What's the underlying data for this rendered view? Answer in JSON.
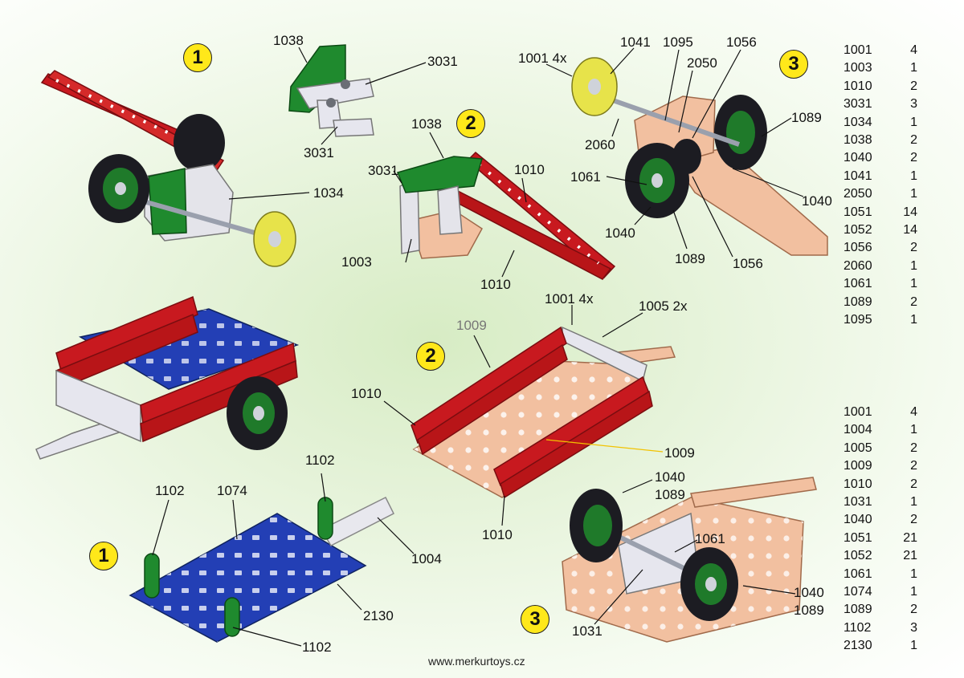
{
  "badges": {
    "s1_top": "1",
    "s2_top": "2",
    "s3_top": "3",
    "s2_bottom": "2",
    "s1_bottom": "1",
    "s3_bottom": "3"
  },
  "callouts": {
    "t1_1038": "1038",
    "t1_3031_a": "3031",
    "t1_3031_b": "3031",
    "t1_1034": "1034",
    "t2_1038": "1038",
    "t2_3031": "3031",
    "t2_1010_a": "1010",
    "t2_1010_b": "1010",
    "t2_1003": "1003",
    "t3_1001": "1001 4x",
    "t3_1041": "1041",
    "t3_1095": "1095",
    "t3_1056_a": "1056",
    "t3_2050": "2050",
    "t3_1089_a": "1089",
    "t3_2060": "2060",
    "t3_1061": "1061",
    "t3_1040_a": "1040",
    "t3_1040_b": "1040",
    "t3_1089_b": "1089",
    "t3_1056_b": "1056",
    "b2_1001": "1001 4x",
    "b2_1005": "1005 2x",
    "b2_1009_a": "1009",
    "b2_1010_a": "1010",
    "b2_1009_b": "1009",
    "b2_1010_b": "1010",
    "b1_1102_a": "1102",
    "b1_1074": "1074",
    "b1_1102_b": "1102",
    "b1_1004": "1004",
    "b1_2130": "2130",
    "b1_1102_c": "1102",
    "b3_1040_a": "1040",
    "b3_1089_a": "1089",
    "b3_1061": "1061",
    "b3_1031": "1031",
    "b3_1040_b": "1040",
    "b3_1089_b": "1089"
  },
  "parts_list_top": [
    {
      "code": "1001",
      "qty": "4"
    },
    {
      "code": "1003",
      "qty": "1"
    },
    {
      "code": "1010",
      "qty": "2"
    },
    {
      "code": "3031",
      "qty": "3"
    },
    {
      "code": "1034",
      "qty": "1"
    },
    {
      "code": "1038",
      "qty": "2"
    },
    {
      "code": "1040",
      "qty": "2"
    },
    {
      "code": "1041",
      "qty": "1"
    },
    {
      "code": "2050",
      "qty": "1"
    },
    {
      "code": "1051",
      "qty": "14"
    },
    {
      "code": "1052",
      "qty": "14"
    },
    {
      "code": "1056",
      "qty": "2"
    },
    {
      "code": "2060",
      "qty": "1"
    },
    {
      "code": "1061",
      "qty": "1"
    },
    {
      "code": "1089",
      "qty": "2"
    },
    {
      "code": "1095",
      "qty": "1"
    }
  ],
  "parts_list_bottom": [
    {
      "code": "1001",
      "qty": "4"
    },
    {
      "code": "1004",
      "qty": "1"
    },
    {
      "code": "1005",
      "qty": "2"
    },
    {
      "code": "1009",
      "qty": "2"
    },
    {
      "code": "1010",
      "qty": "2"
    },
    {
      "code": "1031",
      "qty": "1"
    },
    {
      "code": "1040",
      "qty": "2"
    },
    {
      "code": "1051",
      "qty": "21"
    },
    {
      "code": "1052",
      "qty": "21"
    },
    {
      "code": "1061",
      "qty": "1"
    },
    {
      "code": "1074",
      "qty": "1"
    },
    {
      "code": "1089",
      "qty": "2"
    },
    {
      "code": "1102",
      "qty": "3"
    },
    {
      "code": "2130",
      "qty": "1"
    }
  ],
  "footer": "www.merkurtoys.cz",
  "colors": {
    "red_strip": "#c8191f",
    "green_plate": "#1f8a2e",
    "blue_plate": "#233fb5",
    "copper_plate": "#f2c0a0",
    "silver": "#e7e7ee",
    "yellow_badge": "#ffe81a"
  }
}
